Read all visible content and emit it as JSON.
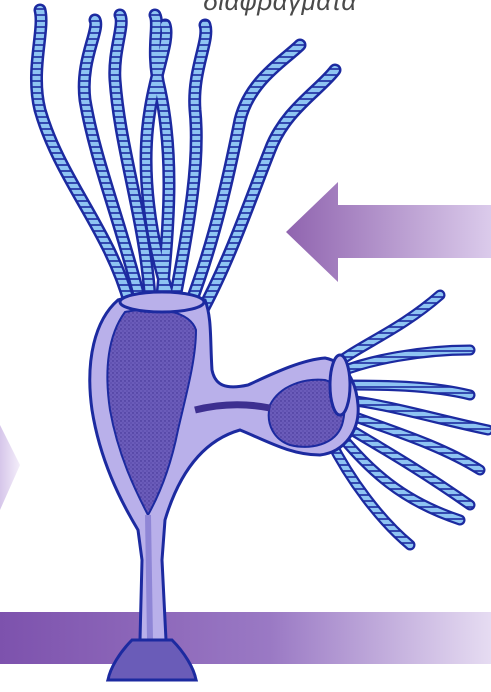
{
  "caption": "διαφραγματα",
  "colors": {
    "outline": "#1c2aa0",
    "body_fill": "#6a5cb8",
    "body_stipple": "#3b2d8c",
    "ectoderm": "#b9b0ea",
    "tentacle_fill": "#8ec4f2",
    "arrow": "#8a5cab",
    "band": "#8e64b5"
  },
  "icons": [
    "hydra-polyp-illustration",
    "arrow-left-upper",
    "arrow-left-lower",
    "horizontal-band"
  ]
}
